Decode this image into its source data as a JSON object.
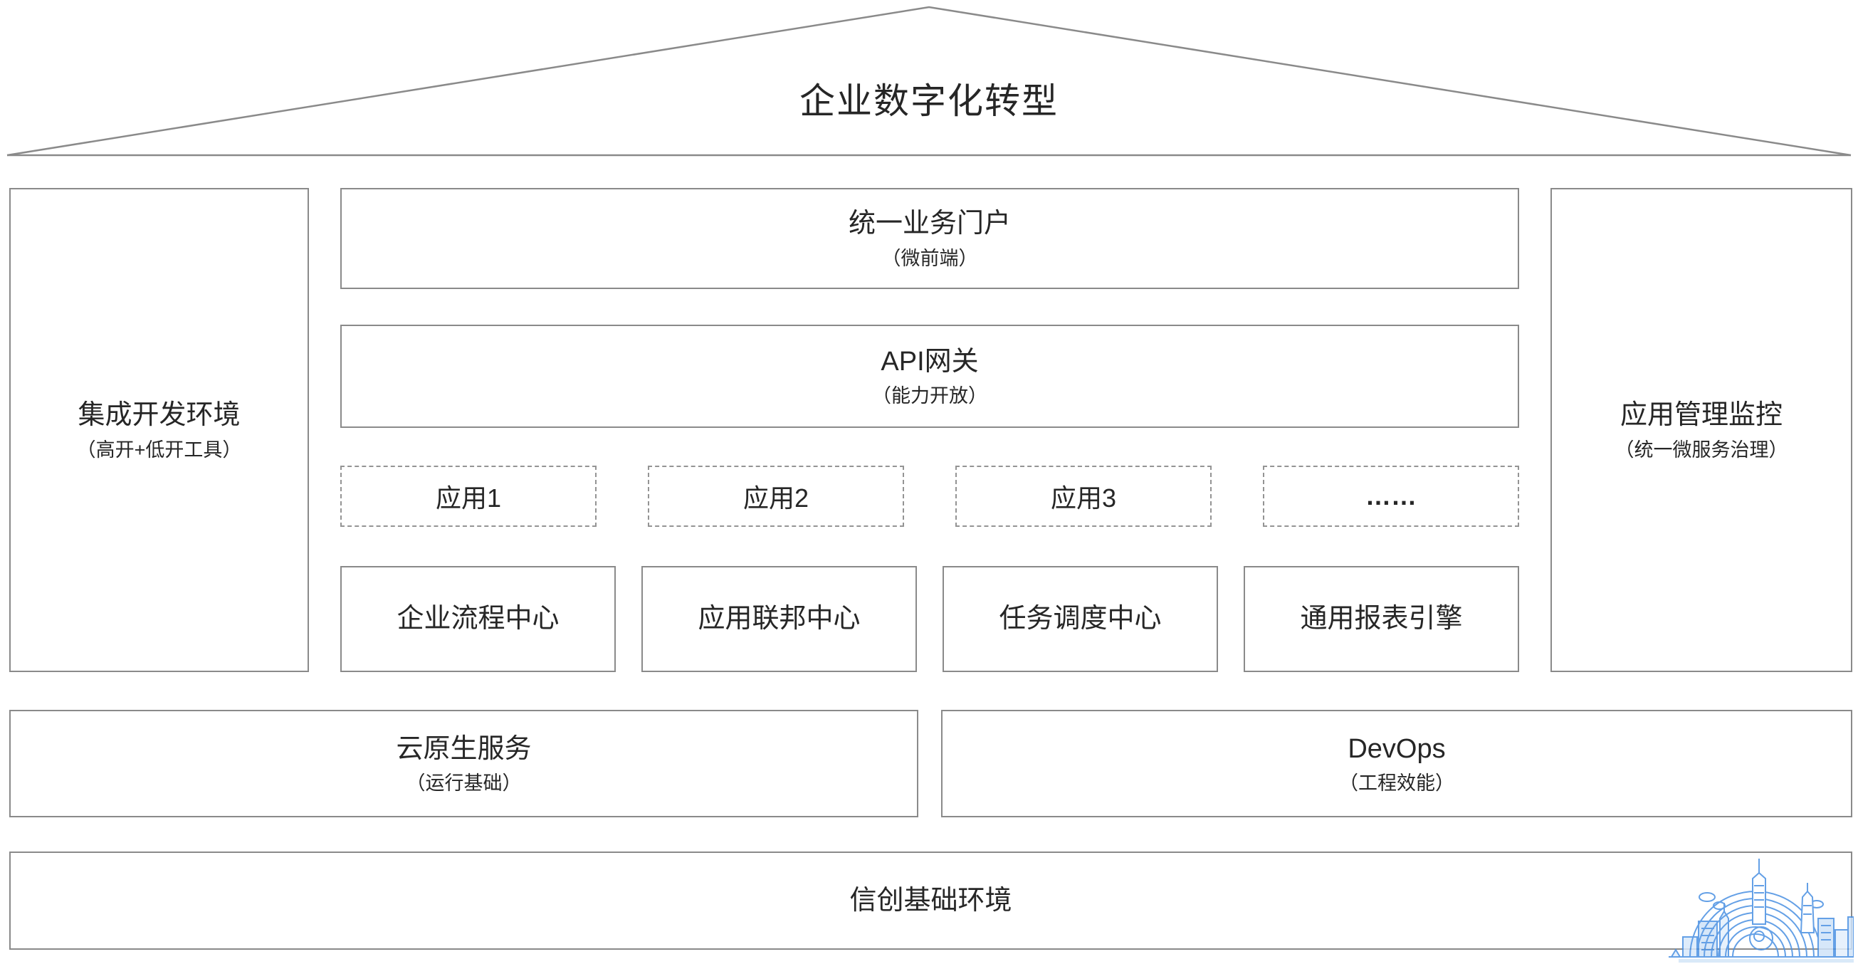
{
  "roof": {
    "title": "企业数字化转型"
  },
  "left_column": {
    "title": "集成开发环境",
    "subtitle": "（高开+低开工具）"
  },
  "right_column": {
    "title": "应用管理监控",
    "subtitle": "（统一微服务治理）"
  },
  "middle": {
    "portal": {
      "title": "统一业务门户",
      "subtitle": "（微前端）"
    },
    "api_gateway": {
      "title": "API网关",
      "subtitle": "（能力开放）"
    },
    "apps": [
      {
        "label": "应用1"
      },
      {
        "label": "应用2"
      },
      {
        "label": "应用3"
      },
      {
        "label": "……"
      }
    ],
    "centers": [
      {
        "label": "企业流程中心"
      },
      {
        "label": "应用联邦中心"
      },
      {
        "label": "任务调度中心"
      },
      {
        "label": "通用报表引擎"
      }
    ]
  },
  "platform": {
    "cloud_native": {
      "title": "云原生服务",
      "subtitle": "（运行基础）"
    },
    "devops": {
      "title": "DevOps",
      "subtitle": "（工程效能）"
    }
  },
  "base": {
    "title": "信创基础环境"
  },
  "icons": {
    "logo": "city-skyline-watermark"
  },
  "colors": {
    "border_gray": "#8a8a8a",
    "dashed_gray": "#949494",
    "text": "#262626",
    "logo_blue": "#4a90e2",
    "logo_light_blue": "#b9d7f3",
    "background": "#ffffff"
  }
}
